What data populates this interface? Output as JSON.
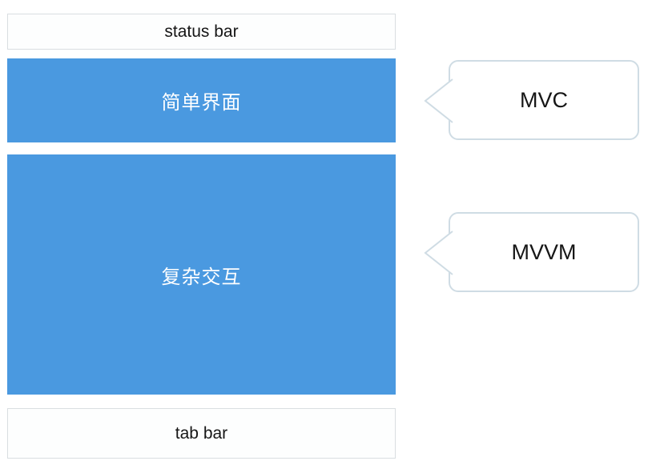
{
  "mockup": {
    "status_bar_label": "status bar",
    "simple_view_label": "简单界面",
    "complex_view_label": "复杂交互",
    "tab_bar_label": "tab bar"
  },
  "callouts": {
    "mvc_label": "MVC",
    "mvvm_label": "MVVM"
  },
  "colors": {
    "view_fill_blue": "#4a99e0",
    "bar_border_gray": "#d9dee1",
    "callout_border": "#cfdce4",
    "text_on_blue": "#ffffff",
    "text_dark": "#161616",
    "background": "#ffffff"
  }
}
